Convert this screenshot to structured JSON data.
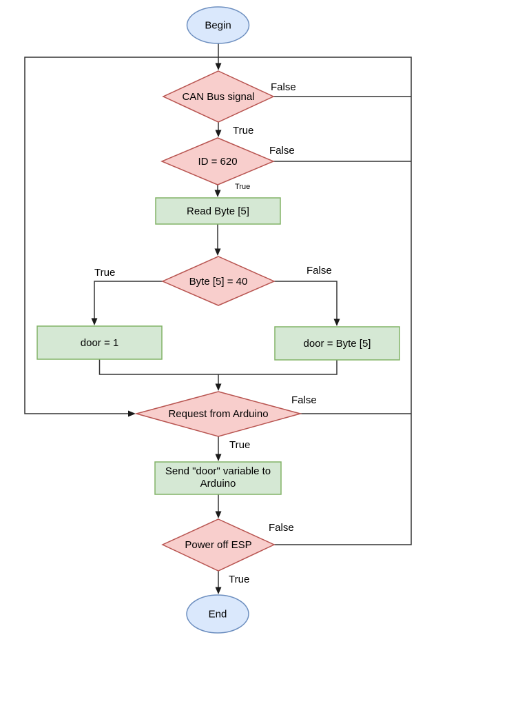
{
  "diagram": {
    "kind": "flowchart",
    "palette": {
      "terminal_fill": "#dae8fc",
      "terminal_stroke": "#6c8ebf",
      "decision_fill": "#f8cecc",
      "decision_stroke": "#b85450",
      "process_fill": "#d5e8d4",
      "process_stroke": "#82b366",
      "edge_color": "#333333",
      "text_color": "#000000",
      "background": "#ffffff"
    },
    "nodes": {
      "begin": {
        "type": "terminal",
        "label": "Begin"
      },
      "can": {
        "type": "decision",
        "label": "CAN Bus signal"
      },
      "id620": {
        "type": "decision",
        "label": "ID = 620"
      },
      "readbyte": {
        "type": "process",
        "label": "Read Byte [5]"
      },
      "byte40": {
        "type": "decision",
        "label": "Byte [5] = 40"
      },
      "door1": {
        "type": "process",
        "label": "door = 1"
      },
      "doorbyte": {
        "type": "process",
        "label": "door = Byte [5]"
      },
      "request": {
        "type": "decision",
        "label": "Request from Arduino"
      },
      "send": {
        "type": "process",
        "lines": [
          "Send \"door\" variable to",
          "Arduino"
        ]
      },
      "poweroff": {
        "type": "decision",
        "label": "Power off ESP"
      },
      "end": {
        "type": "terminal",
        "label": "End"
      }
    },
    "edge_labels": {
      "can_false": "False",
      "can_true": "True",
      "id_false": "False",
      "id_true": "True",
      "byte_true": "True",
      "byte_false": "False",
      "request_false": "False",
      "request_true": "True",
      "power_false": "False",
      "power_true": "True"
    }
  }
}
